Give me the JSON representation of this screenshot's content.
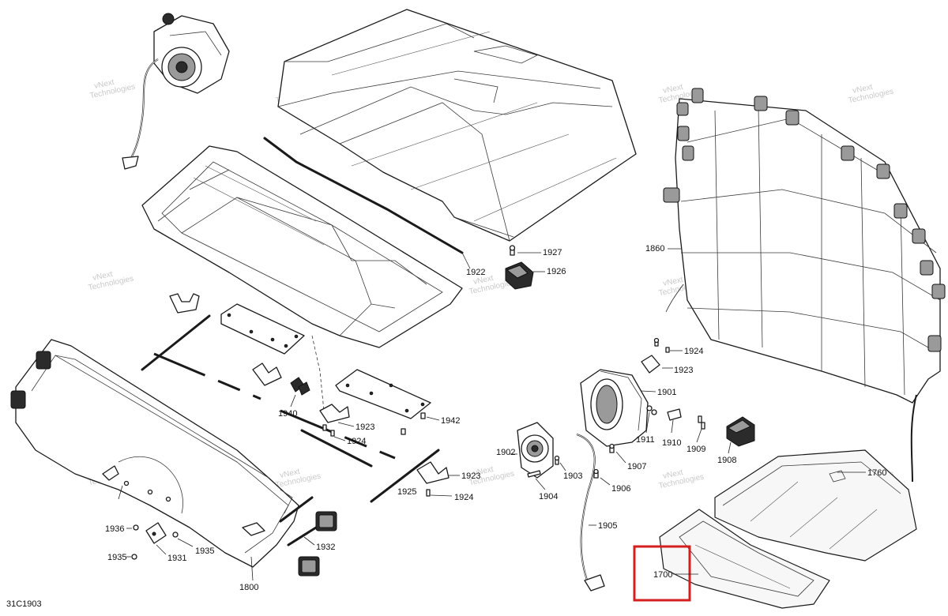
{
  "drawing_code": "31C1903",
  "watermark": {
    "line1": "vNext",
    "line2": "Technologies"
  },
  "callouts": {
    "p1927": "1927",
    "p1926": "1926",
    "p1922": "1922",
    "p1860": "1860",
    "p1924a": "1924",
    "p1923a": "1923",
    "p1901": "1901",
    "p1911": "1911",
    "p1910": "1910",
    "p1909": "1909",
    "p1908": "1908",
    "p1907": "1907",
    "p1906": "1906",
    "p1902": "1902",
    "p1903": "1903",
    "p1904": "1904",
    "p1905": "1905",
    "p1760": "1760",
    "p1700": "1700",
    "p1940": "1940",
    "p1923b": "1923",
    "p1924b": "1924",
    "p1942": "1942",
    "p1923c": "1923",
    "p1924c": "1924",
    "p1925": "1925",
    "p1936": "1936",
    "p1935a": "1935",
    "p1931": "1931",
    "p1935b": "1935",
    "p1932": "1932",
    "p1800": "1800"
  },
  "highlight_color": "#d41f1f"
}
